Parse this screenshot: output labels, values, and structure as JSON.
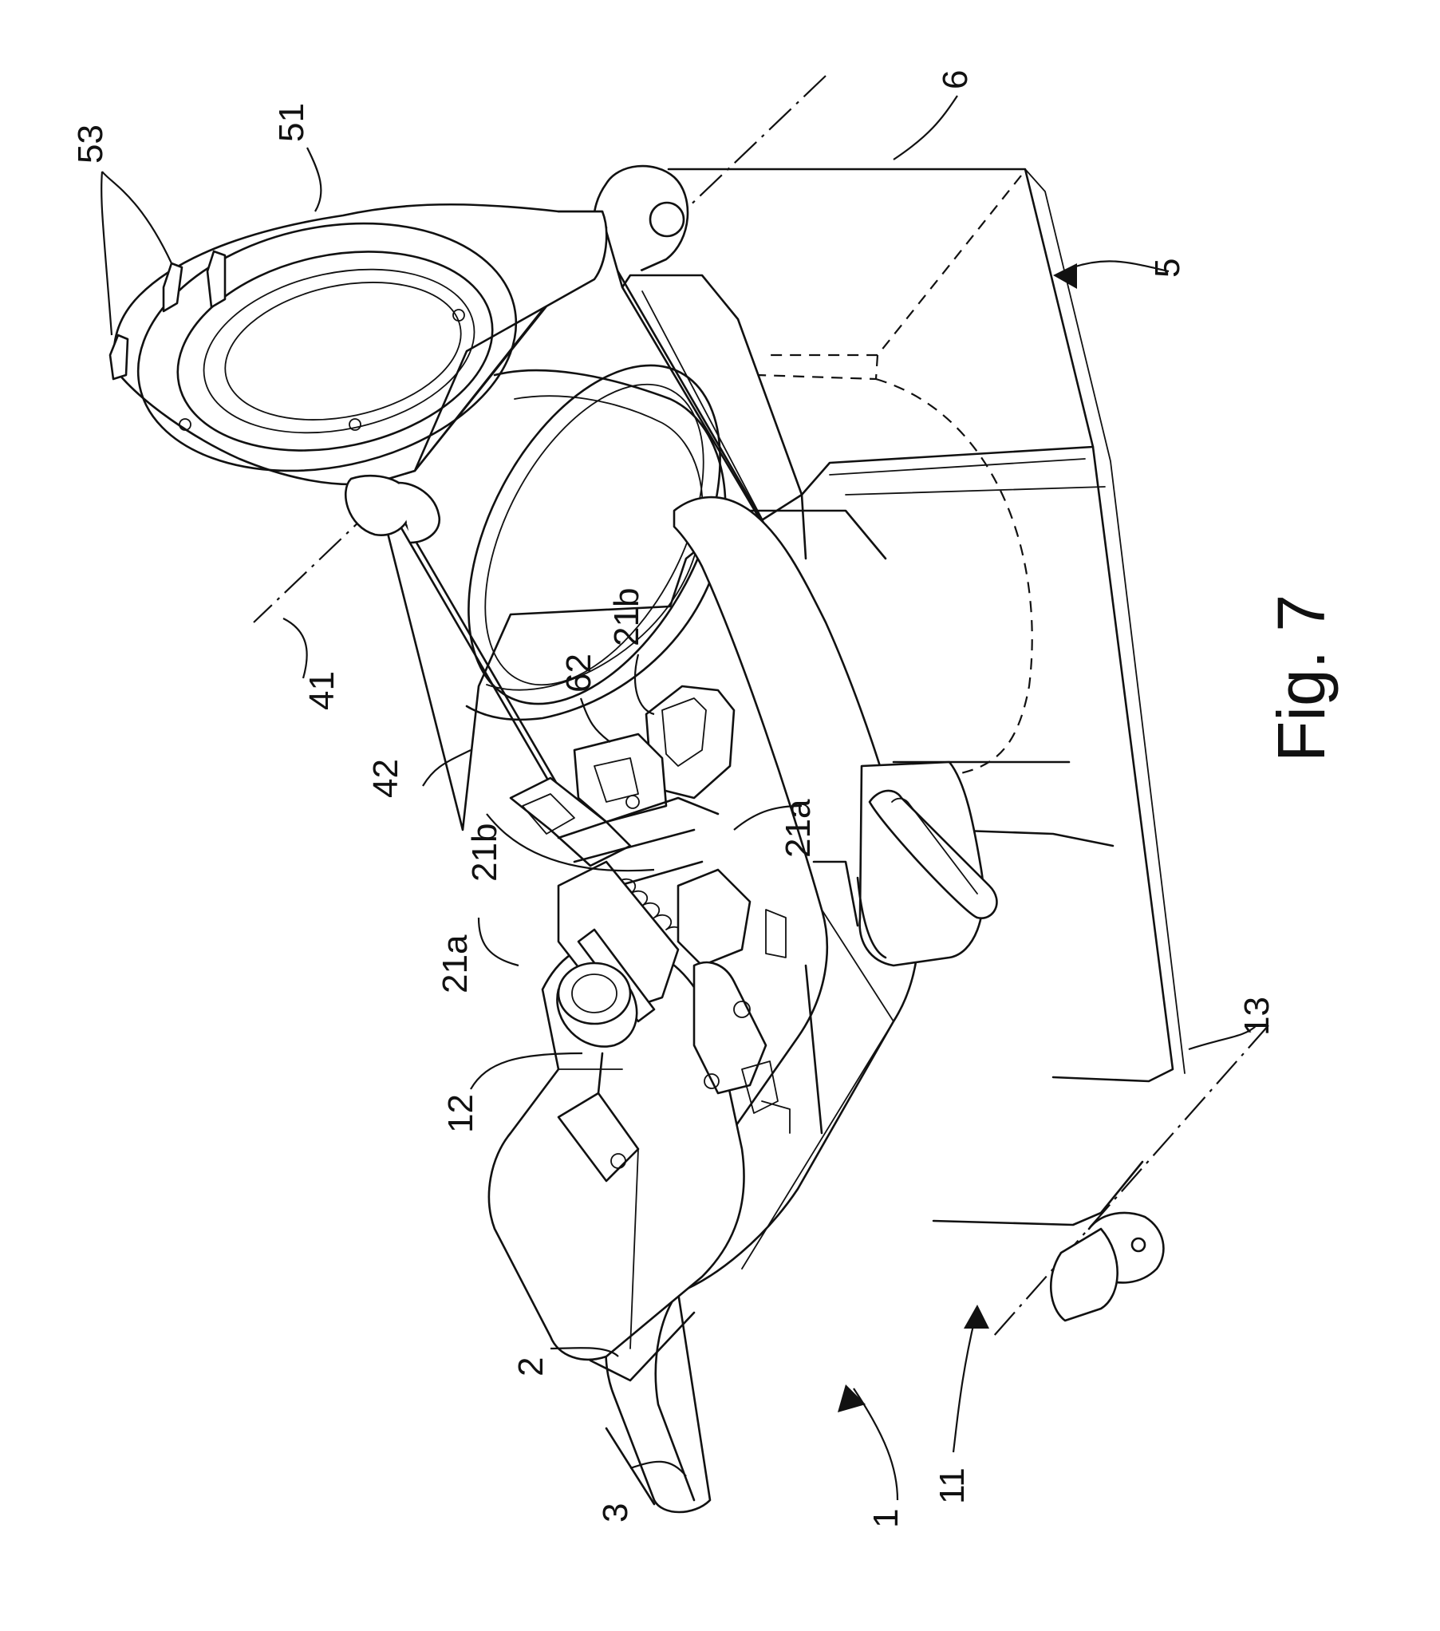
{
  "figure": {
    "title": "Fig. 7"
  },
  "labels": {
    "l53": "53",
    "l51": "51",
    "l6": "6",
    "l5": "5",
    "l41": "41",
    "l42": "42",
    "l62": "62",
    "l21b_top": "21b",
    "l21b_mid": "21b",
    "l21a_right": "21a",
    "l21a_left": "21a",
    "l12": "12",
    "l13": "13",
    "l2": "2",
    "l3": "3",
    "l11": "11",
    "l1": "1"
  }
}
